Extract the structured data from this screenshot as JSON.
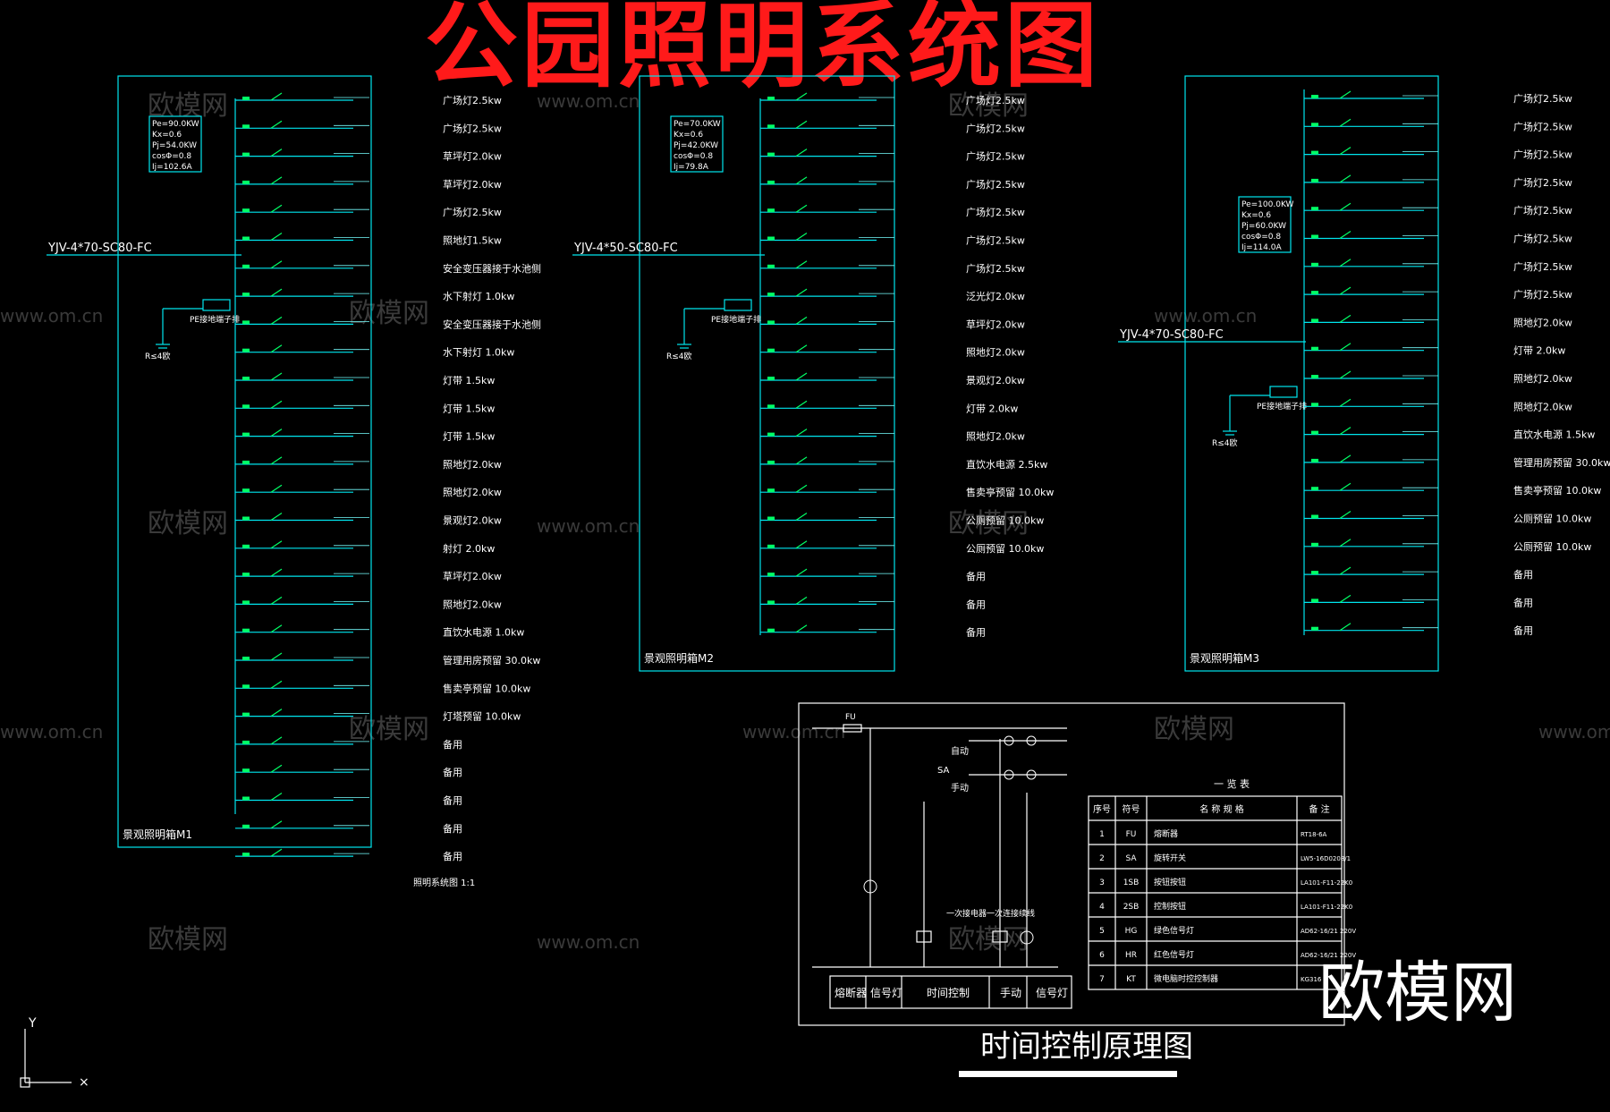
{
  "title": "公园照明系统图",
  "control_diagram_title": "时间控制原理图",
  "brand_logo": "欧模网",
  "colors": {
    "background": "#000000",
    "line": "#00e5ee",
    "text": "#ffffff",
    "title": "#ff1a1a",
    "accent": "#00ff66"
  },
  "watermark": {
    "site": "欧模网",
    "url": "www.om.cn"
  },
  "panels": [
    {
      "name": "景观照明箱M1",
      "feeder": "YJV-4*70-SC80-FC",
      "params": [
        "Pe=90.0KW",
        "Kx=0.6",
        "Pj=54.0KW",
        "cosΦ=0.8",
        "Ij=102.6A"
      ],
      "terminal_label": "PE接地端子排",
      "ground_label": "R≤4欧",
      "circuits": [
        "广场灯2.5kw",
        "广场灯2.5kw",
        "草坪灯2.0kw",
        "草坪灯2.0kw",
        "广场灯2.5kw",
        "照地灯1.5kw",
        "安全变压器接于水池侧",
        "水下射灯 1.0kw",
        "安全变压器接于水池侧",
        "水下射灯 1.0kw",
        "灯带 1.5kw",
        "灯带 1.5kw",
        "灯带 1.5kw",
        "照地灯2.0kw",
        "照地灯2.0kw",
        "景观灯2.0kw",
        "射灯 2.0kw",
        "草坪灯2.0kw",
        "照地灯2.0kw",
        "直饮水电源 1.0kw",
        "管理用房预留 30.0kw",
        "售卖亭预留 10.0kw",
        "灯塔预留 10.0kw",
        "备用",
        "备用",
        "备用",
        "备用",
        "备用"
      ],
      "footnote": "照明系统图 1:1"
    },
    {
      "name": "景观照明箱M2",
      "feeder": "YJV-4*50-SC80-FC",
      "params": [
        "Pe=70.0KW",
        "Kx=0.6",
        "Pj=42.0KW",
        "cosΦ=0.8",
        "Ij=79.8A"
      ],
      "terminal_label": "PE接地端子排",
      "ground_label": "R≤4欧",
      "circuits": [
        "广场灯2.5kw",
        "广场灯2.5kw",
        "广场灯2.5kw",
        "广场灯2.5kw",
        "广场灯2.5kw",
        "广场灯2.5kw",
        "广场灯2.5kw",
        "泛光灯2.0kw",
        "草坪灯2.0kw",
        "照地灯2.0kw",
        "景观灯2.0kw",
        "灯带 2.0kw",
        "照地灯2.0kw",
        "直饮水电源 2.5kw",
        "售卖亭预留 10.0kw",
        "公厕预留 10.0kw",
        "公厕预留 10.0kw",
        "备用",
        "备用",
        "备用"
      ]
    },
    {
      "name": "景观照明箱M3",
      "feeder": "YJV-4*70-SC80-FC",
      "params": [
        "Pe=100.0KW",
        "Kx=0.6",
        "Pj=60.0KW",
        "cosΦ=0.8",
        "Ij=114.0A"
      ],
      "terminal_label": "PE接地端子排",
      "ground_label": "R≤4欧",
      "circuits": [
        "广场灯2.5kw",
        "广场灯2.5kw",
        "广场灯2.5kw",
        "广场灯2.5kw",
        "广场灯2.5kw",
        "广场灯2.5kw",
        "广场灯2.5kw",
        "广场灯2.5kw",
        "照地灯2.0kw",
        "灯带 2.0kw",
        "照地灯2.0kw",
        "照地灯2.0kw",
        "直饮水电源 1.5kw",
        "管理用房预留 30.0kw",
        "售卖亭预留 10.0kw",
        "公厕预留 10.0kw",
        "公厕预留 10.0kw",
        "备用",
        "备用",
        "备用"
      ]
    }
  ],
  "control": {
    "labels": {
      "auto": "自动",
      "manual": "手动",
      "sa": "SA",
      "fu": "FU"
    },
    "bottom_row": [
      "熔断器",
      "信号灯",
      "时间控制",
      "手动",
      "信号灯"
    ],
    "note": "一次接电器一次连接续线",
    "table": {
      "caption": "一 览 表",
      "headers": [
        "序号",
        "符号",
        "名 称 规 格",
        "备 注"
      ],
      "rows": [
        [
          "1",
          "FU",
          "熔断器",
          "RT18-6A"
        ],
        [
          "2",
          "SA",
          "旋转开关",
          "LW5-16D0208/1"
        ],
        [
          "3",
          "1SB",
          "按钮按钮",
          "LA101-F11-22K0"
        ],
        [
          "4",
          "2SB",
          "控制按钮",
          "LA101-F11-22K0"
        ],
        [
          "5",
          "HG",
          "绿色信号灯",
          "AD62-16/21 220V"
        ],
        [
          "6",
          "HR",
          "红色信号灯",
          "AD62-16/21 220V"
        ],
        [
          "7",
          "KT",
          "微电脑时控控制器",
          "KG316"
        ]
      ]
    }
  }
}
